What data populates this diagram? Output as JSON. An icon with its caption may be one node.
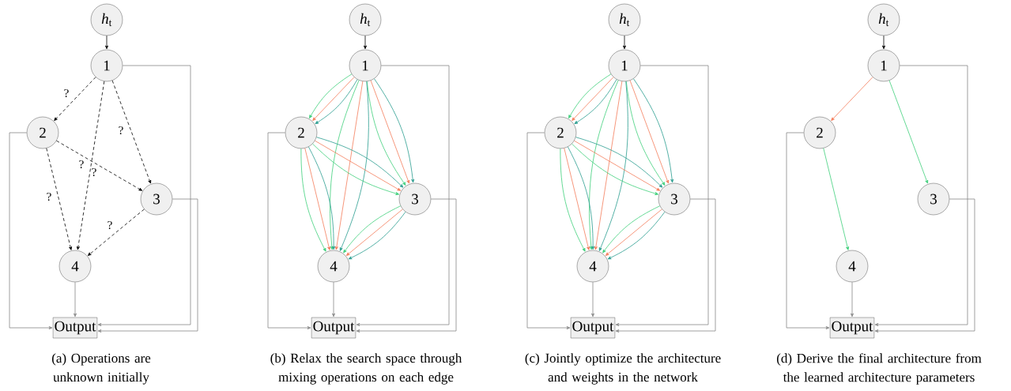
{
  "diagram": {
    "nodes": [
      {
        "text": [
          "*h*$_{t}$"
        ]
      },
      {
        "text": [
          "1"
        ]
      },
      {
        "text": [
          "2"
        ]
      },
      {
        "text": [
          "3"
        ]
      },
      {
        "text": [
          "4"
        ]
      },
      {
        "text": [
          "Output"
        ]
      },
      {
        "text": [
          "*h*$_{t}$"
        ]
      },
      {
        "text": [
          "1"
        ]
      },
      {
        "text": [
          "2"
        ]
      },
      {
        "text": [
          "3"
        ]
      },
      {
        "text": [
          "4"
        ]
      },
      {
        "text": [
          "Output"
        ]
      },
      {
        "text": [
          "*h*$_{t}$"
        ]
      },
      {
        "text": [
          "1"
        ]
      },
      {
        "text": [
          "2"
        ]
      },
      {
        "text": [
          "3"
        ]
      },
      {
        "text": [
          "4"
        ]
      },
      {
        "text": [
          "Output"
        ]
      },
      {
        "text": [
          "*h*$_{t}$"
        ]
      },
      {
        "text": [
          "1"
        ]
      },
      {
        "text": [
          "2"
        ]
      },
      {
        "text": [
          "3"
        ]
      },
      {
        "text": [
          "4"
        ]
      },
      {
        "text": [
          "Output"
        ]
      }
    ],
    "edges": [
      {
        "from": 0,
        "to": 1,
        "arrow": "to",
        "color": "#000000"
      },
      {
        "from": 1,
        "to": 2,
        "arrow": "to",
        "style": "dashed",
        "label": "?",
        "color": "#000000"
      },
      {
        "from": 1,
        "to": 3,
        "arrow": "to",
        "style": "dashed",
        "label": "?",
        "color": "#000000"
      },
      {
        "from": 1,
        "to": 4,
        "arrow": "to",
        "style": "dashed",
        "label": "?",
        "color": "#000000"
      },
      {
        "from": 2,
        "to": 3,
        "arrow": "to",
        "style": "dashed",
        "label": "?",
        "color": "#000000"
      },
      {
        "from": 2,
        "to": 4,
        "arrow": "to",
        "style": "dashed",
        "label": "?",
        "color": "#000000"
      },
      {
        "from": 3,
        "to": 4,
        "arrow": "to",
        "style": "dashed",
        "label": "?",
        "color": "#000000"
      },
      {
        "from": 1,
        "to": 5,
        "arrow": "to",
        "color": "#888888"
      },
      {
        "from": 2,
        "to": 5,
        "arrow": "to",
        "color": "#888888"
      },
      {
        "from": 3,
        "to": 5,
        "arrow": "to",
        "color": "#888888"
      },
      {
        "from": 4,
        "to": 5,
        "arrow": "to",
        "color": "#888888"
      },
      {
        "from": 6,
        "to": 7,
        "arrow": "to",
        "color": "#000000"
      },
      {
        "from": 7,
        "to": 8,
        "arrow": "to",
        "color": "#2a9d8f"
      },
      {
        "from": 7,
        "to": 8,
        "arrow": "to",
        "color": "#f47c5a"
      },
      {
        "from": 7,
        "to": 8,
        "arrow": "to",
        "color": "#3ecf7a"
      },
      {
        "from": 7,
        "to": 9,
        "arrow": "to",
        "color": "#2a9d8f"
      },
      {
        "from": 7,
        "to": 9,
        "arrow": "to",
        "color": "#f47c5a"
      },
      {
        "from": 7,
        "to": 9,
        "arrow": "to",
        "color": "#3ecf7a"
      },
      {
        "from": 7,
        "to": 10,
        "arrow": "to",
        "color": "#2a9d8f"
      },
      {
        "from": 7,
        "to": 10,
        "arrow": "to",
        "color": "#f47c5a"
      },
      {
        "from": 7,
        "to": 10,
        "arrow": "to",
        "color": "#3ecf7a"
      },
      {
        "from": 8,
        "to": 9,
        "arrow": "to",
        "color": "#2a9d8f"
      },
      {
        "from": 8,
        "to": 9,
        "arrow": "to",
        "color": "#f47c5a"
      },
      {
        "from": 8,
        "to": 9,
        "arrow": "to",
        "color": "#3ecf7a"
      },
      {
        "from": 8,
        "to": 10,
        "arrow": "to",
        "color": "#2a9d8f"
      },
      {
        "from": 8,
        "to": 10,
        "arrow": "to",
        "color": "#f47c5a"
      },
      {
        "from": 8,
        "to": 10,
        "arrow": "to",
        "color": "#3ecf7a"
      },
      {
        "from": 9,
        "to": 10,
        "arrow": "to",
        "color": "#2a9d8f"
      },
      {
        "from": 9,
        "to": 10,
        "arrow": "to",
        "color": "#f47c5a"
      },
      {
        "from": 9,
        "to": 10,
        "arrow": "to",
        "color": "#3ecf7a"
      },
      {
        "from": 7,
        "to": 11,
        "arrow": "to",
        "color": "#888888"
      },
      {
        "from": 8,
        "to": 11,
        "arrow": "to",
        "color": "#888888"
      },
      {
        "from": 9,
        "to": 11,
        "arrow": "to",
        "color": "#888888"
      },
      {
        "from": 10,
        "to": 11,
        "arrow": "to",
        "color": "#888888"
      },
      {
        "from": 12,
        "to": 13,
        "arrow": "to",
        "color": "#000000"
      },
      {
        "from": 13,
        "to": 14,
        "arrow": "to",
        "color": "#2a9d8f"
      },
      {
        "from": 13,
        "to": 14,
        "arrow": "to",
        "color": "#f47c5a"
      },
      {
        "from": 13,
        "to": 14,
        "arrow": "to",
        "color": "#3ecf7a"
      },
      {
        "from": 13,
        "to": 15,
        "arrow": "to",
        "color": "#2a9d8f"
      },
      {
        "from": 13,
        "to": 15,
        "arrow": "to",
        "color": "#f47c5a"
      },
      {
        "from": 13,
        "to": 15,
        "arrow": "to",
        "color": "#3ecf7a"
      },
      {
        "from": 13,
        "to": 16,
        "arrow": "to",
        "color": "#2a9d8f"
      },
      {
        "from": 13,
        "to": 16,
        "arrow": "to",
        "color": "#f47c5a"
      },
      {
        "from": 13,
        "to": 16,
        "arrow": "to",
        "color": "#3ecf7a"
      },
      {
        "from": 14,
        "to": 15,
        "arrow": "to",
        "color": "#2a9d8f"
      },
      {
        "from": 14,
        "to": 15,
        "arrow": "to",
        "color": "#f47c5a"
      },
      {
        "from": 14,
        "to": 15,
        "arrow": "to",
        "color": "#3ecf7a"
      },
      {
        "from": 14,
        "to": 16,
        "arrow": "to",
        "color": "#2a9d8f"
      },
      {
        "from": 14,
        "to": 16,
        "arrow": "to",
        "color": "#f47c5a"
      },
      {
        "from": 14,
        "to": 16,
        "arrow": "to",
        "color": "#3ecf7a"
      },
      {
        "from": 15,
        "to": 16,
        "arrow": "to",
        "color": "#2a9d8f"
      },
      {
        "from": 15,
        "to": 16,
        "arrow": "to",
        "color": "#f47c5a"
      },
      {
        "from": 15,
        "to": 16,
        "arrow": "to",
        "color": "#3ecf7a"
      },
      {
        "from": 13,
        "to": 17,
        "arrow": "to",
        "color": "#888888"
      },
      {
        "from": 14,
        "to": 17,
        "arrow": "to",
        "color": "#888888"
      },
      {
        "from": 15,
        "to": 17,
        "arrow": "to",
        "color": "#888888"
      },
      {
        "from": 16,
        "to": 17,
        "arrow": "to",
        "color": "#888888"
      },
      {
        "from": 18,
        "to": 19,
        "arrow": "to",
        "color": "#000000"
      },
      {
        "from": 19,
        "to": 20,
        "arrow": "to",
        "color": "#f47c5a"
      },
      {
        "from": 19,
        "to": 21,
        "arrow": "to",
        "color": "#3ecf7a"
      },
      {
        "from": 20,
        "to": 22,
        "arrow": "to",
        "color": "#3ecf7a"
      },
      {
        "from": 19,
        "to": 23,
        "arrow": "to",
        "color": "#888888"
      },
      {
        "from": 20,
        "to": 23,
        "arrow": "to",
        "color": "#888888"
      },
      {
        "from": 21,
        "to": 23,
        "arrow": "to",
        "color": "#888888"
      },
      {
        "from": 22,
        "to": 23,
        "arrow": "to",
        "color": "#888888"
      }
    ],
    "labels": [
      "(a) Operations are unknown initially",
      "(b) Relax the search space through mixing operations on each edge",
      "(c) Jointly optimize the architecture and weights in the network",
      "(d) Derive the final architecture from the learned architecture parameters"
    ]
  }
}
